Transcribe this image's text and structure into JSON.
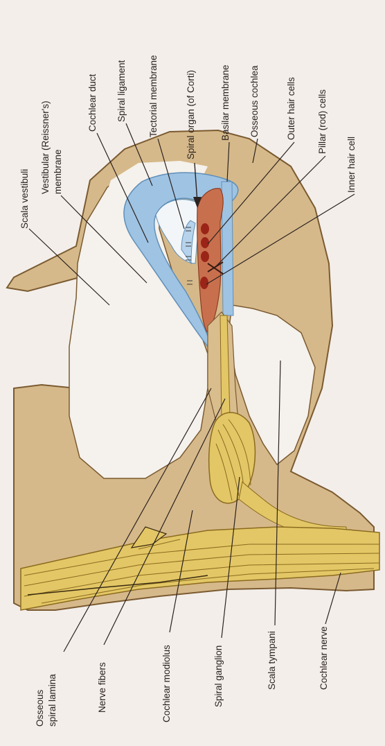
{
  "colors": {
    "background": "#f3eeea",
    "bone": "#d6b98a",
    "bone_edge": "#7a5a30",
    "membrane": "#9fc3e3",
    "nerve": "#e3c766",
    "nerve_line": "#8a6a1e",
    "organ": "#c8704e",
    "hair_cell": "#9a2418",
    "leader": "#2a2220"
  },
  "labels": {
    "scala_vestibuli": "Scala vestibuli",
    "vestibular_membrane_1": "Vestibular (Reissner's)",
    "vestibular_membrane_2": "membrane",
    "cochlear_duct": "Cochlear duct",
    "spiral_ligament": "Spiral ligament",
    "tectorial_membrane": "Tectorial membrane",
    "spiral_organ": "Spiral organ (of Corti)",
    "basilar_membrane": "Basilar membrane",
    "osseous_cochlea": "Osseous cochlea",
    "outer_hair_cells": "Outer hair cells",
    "pillar_cells": "Pillar (rod) cells",
    "inner_hair_cell": "Inner hair cell",
    "osseous_spiral_lamina_1": "Osseous",
    "osseous_spiral_lamina_2": "spiral lamina",
    "nerve_fibers": "Nerve fibers",
    "cochlear_modiolus": "Cochlear modiolus",
    "spiral_ganglion": "Spiral ganglion",
    "scala_tympani": "Scala tympani",
    "cochlear_nerve": "Cochlear nerve"
  }
}
